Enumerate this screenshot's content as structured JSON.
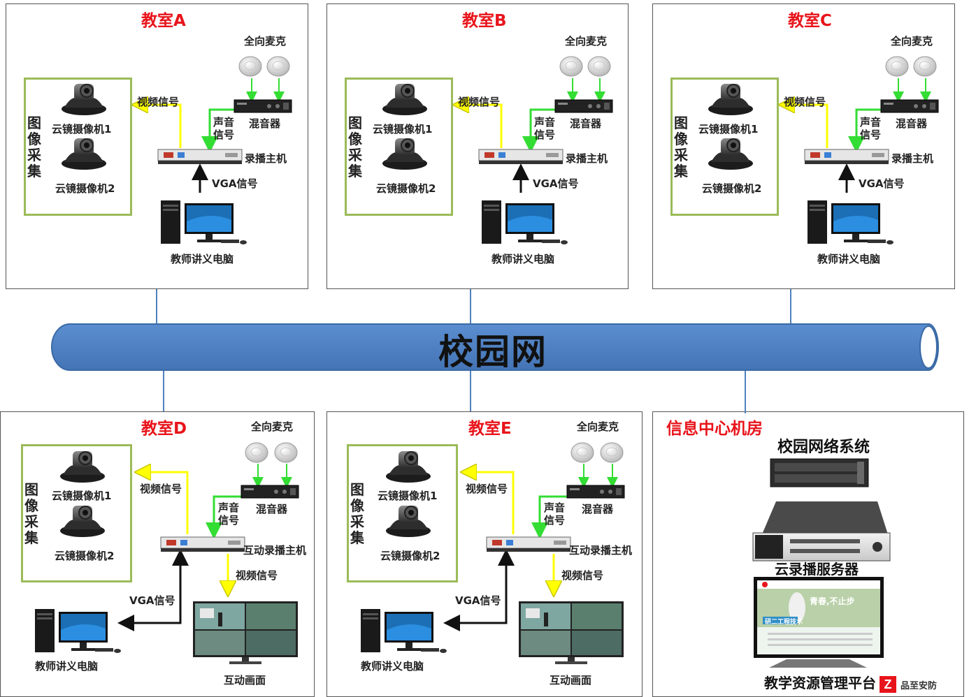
{
  "network": {
    "label": "校园网"
  },
  "classrooms_top": [
    {
      "title": "教室A",
      "mic": "全向麦克",
      "video_signal": "视频信号",
      "sound_signal": "声音信号",
      "mixer": "混音器",
      "recorder": "录播主机",
      "vga": "VGA信号",
      "pc": "教师讲义电脑",
      "capture": "图像采集",
      "cam1": "云镜摄像机1",
      "cam2": "云镜摄像机2"
    },
    {
      "title": "教室B",
      "mic": "全向麦克",
      "video_signal": "视频信号",
      "sound_signal": "声音信号",
      "mixer": "混音器",
      "recorder": "录播主机",
      "vga": "VGA信号",
      "pc": "教师讲义电脑",
      "capture": "图像采集",
      "cam1": "云镜摄像机1",
      "cam2": "云镜摄像机2"
    },
    {
      "title": "教室C",
      "mic": "全向麦克",
      "video_signal": "视频信号",
      "sound_signal": "声音信号",
      "mixer": "混音器",
      "recorder": "录播主机",
      "vga": "VGA信号",
      "pc": "教师讲义电脑",
      "capture": "图像采集",
      "cam1": "云镜摄像机1",
      "cam2": "云镜摄像机2"
    }
  ],
  "classrooms_bottom": [
    {
      "title": "教室D",
      "mic": "全向麦克",
      "video_signal": "视频信号",
      "sound_signal": "声音信号",
      "mixer": "混音器",
      "recorder": "互动录播主机",
      "vga": "VGA信号",
      "pc": "教师讲义电脑",
      "capture": "图像采集",
      "cam1": "云镜摄像机1",
      "cam2": "云镜摄像机2",
      "video_out": "视频信号",
      "screen": "互动画面"
    },
    {
      "title": "教室E",
      "mic": "全向麦克",
      "video_signal": "视频信号",
      "sound_signal": "声音信号",
      "mixer": "混音器",
      "recorder": "互动录播主机",
      "vga": "VGA信号",
      "pc": "教师讲义电脑",
      "capture": "图像采集",
      "cam1": "云镜摄像机1",
      "cam2": "云镜摄像机2",
      "video_out": "视频信号",
      "screen": "互动画面"
    }
  ],
  "datacenter": {
    "title": "信息中心机房",
    "network_system": "校园网络系统",
    "server": "云录播服务器",
    "platform": "教学资源管理平台",
    "screen_text": "青春,不止步",
    "screen_banner": "研二工程技术"
  },
  "watermark": {
    "text": "品至安防"
  },
  "colors": {
    "title_red": "#e8141b",
    "capture_border": "#9bbb59",
    "video_arrow": "#ffff00",
    "sound_arrow": "#33dd33",
    "network_pipe": "#4f81bd"
  }
}
